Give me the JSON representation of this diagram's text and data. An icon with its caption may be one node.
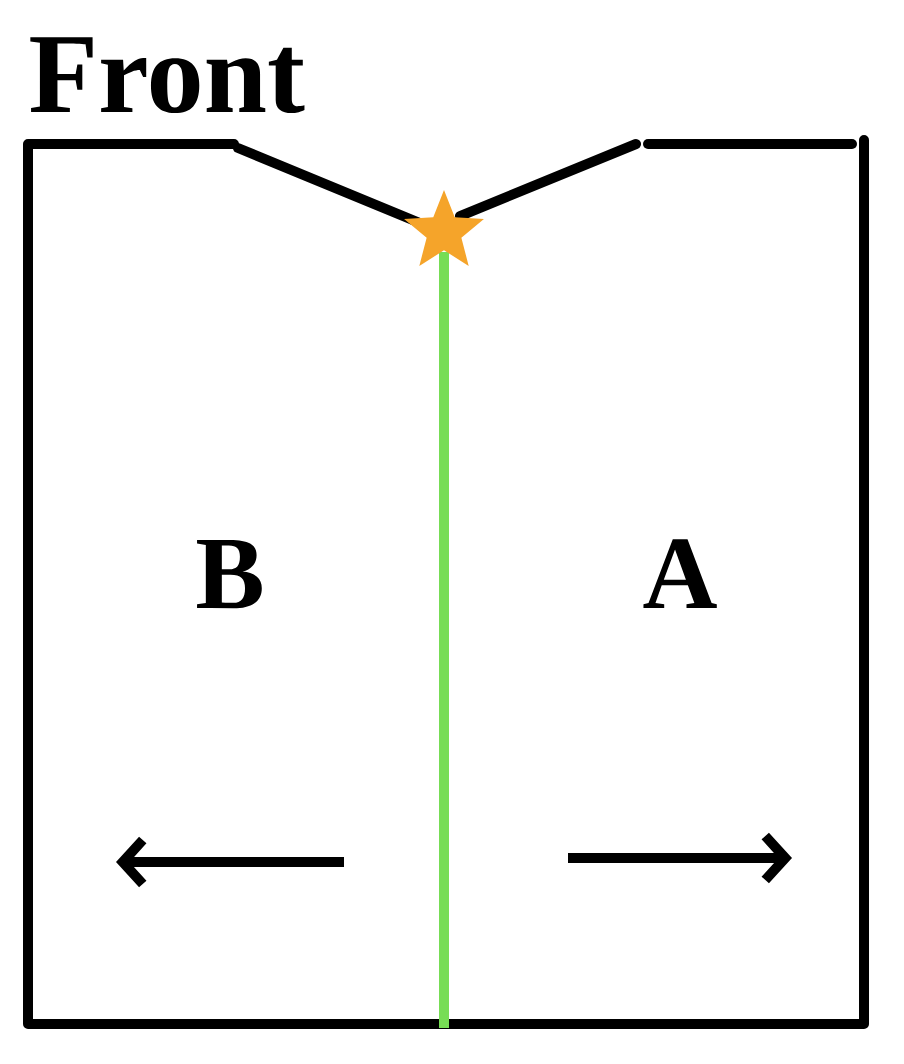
{
  "diagram": {
    "title": "Front",
    "labels": [
      "B",
      "A"
    ]
  }
}
